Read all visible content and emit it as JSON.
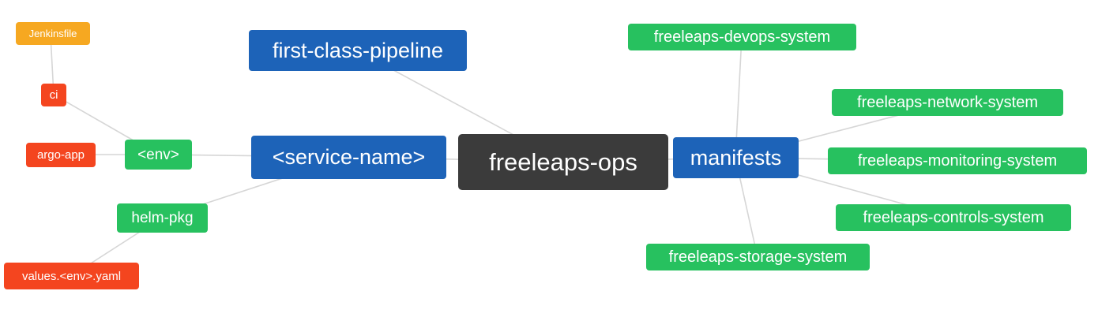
{
  "diagram": {
    "root": {
      "label": "freeleaps-ops"
    },
    "nodes": {
      "jenkinsfile": {
        "label": "Jenkinsfile"
      },
      "ci": {
        "label": "ci"
      },
      "argo_app": {
        "label": "argo-app"
      },
      "env": {
        "label": "<env>"
      },
      "service_name": {
        "label": "<service-name>"
      },
      "first_class_pipeline": {
        "label": "first-class-pipeline"
      },
      "helm_pkg": {
        "label": "helm-pkg"
      },
      "values_env_yaml": {
        "label": "values.<env>.yaml"
      },
      "manifests": {
        "label": "manifests"
      },
      "devops_system": {
        "label": "freeleaps-devops-system"
      },
      "network_system": {
        "label": "freeleaps-network-system"
      },
      "monitoring_system": {
        "label": "freeleaps-monitoring-system"
      },
      "controls_system": {
        "label": "freeleaps-controls-system"
      },
      "storage_system": {
        "label": "freeleaps-storage-system"
      }
    },
    "edges": [
      {
        "from": "Jenkinsfile",
        "to": "ci"
      },
      {
        "from": "ci",
        "to": "<env>"
      },
      {
        "from": "argo-app",
        "to": "<env>"
      },
      {
        "from": "<env>",
        "to": "<service-name>"
      },
      {
        "from": "helm-pkg",
        "to": "<service-name>"
      },
      {
        "from": "values.<env>.yaml",
        "to": "helm-pkg"
      },
      {
        "from": "<service-name>",
        "to": "freeleaps-ops"
      },
      {
        "from": "first-class-pipeline",
        "to": "freeleaps-ops"
      },
      {
        "from": "freeleaps-ops",
        "to": "manifests"
      },
      {
        "from": "manifests",
        "to": "freeleaps-devops-system"
      },
      {
        "from": "manifests",
        "to": "freeleaps-network-system"
      },
      {
        "from": "manifests",
        "to": "freeleaps-monitoring-system"
      },
      {
        "from": "manifests",
        "to": "freeleaps-controls-system"
      },
      {
        "from": "manifests",
        "to": "freeleaps-storage-system"
      }
    ],
    "colors": {
      "root_bg": "#3b3b3b",
      "primary_blue": "#1d63b8",
      "green": "#27c15f",
      "red": "#f4451f",
      "orange": "#f6a821",
      "edge": "#d6d6d6",
      "text": "#ffffff",
      "background": "#ffffff"
    }
  }
}
